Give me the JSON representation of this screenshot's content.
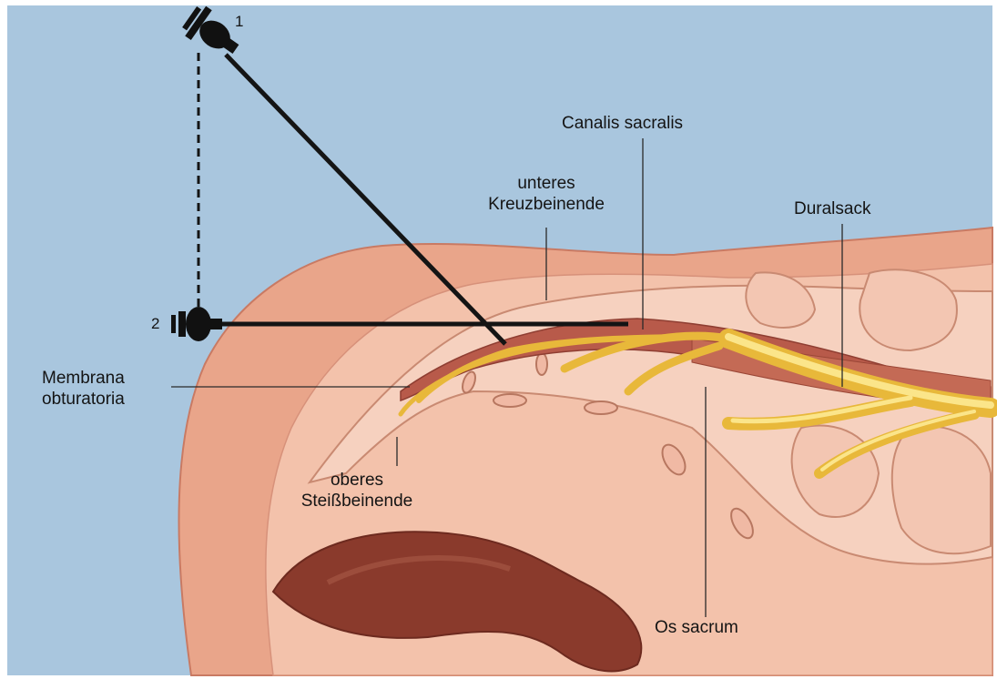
{
  "colors": {
    "background": "#a9c6de",
    "skin": "#e9a58a",
    "tissue": "#f3c2ab",
    "canal": "#b85a4a",
    "rectum": "#8a3a2c",
    "nerve": "#f5d060",
    "leader": "#2a2a2a"
  },
  "needles": [
    {
      "label": "1"
    },
    {
      "label": "2"
    }
  ],
  "labels": {
    "canalis_sacralis": "Canalis sacralis",
    "unteres_line1": "unteres",
    "unteres_line2": "Kreuzbeinende",
    "duralsack": "Duralsack",
    "membrana_line1": "Membrana",
    "membrana_line2": "obturatoria",
    "oberes_line1": "oberes",
    "oberes_line2": "Steißbeinende",
    "os_sacrum": "Os sacrum"
  }
}
